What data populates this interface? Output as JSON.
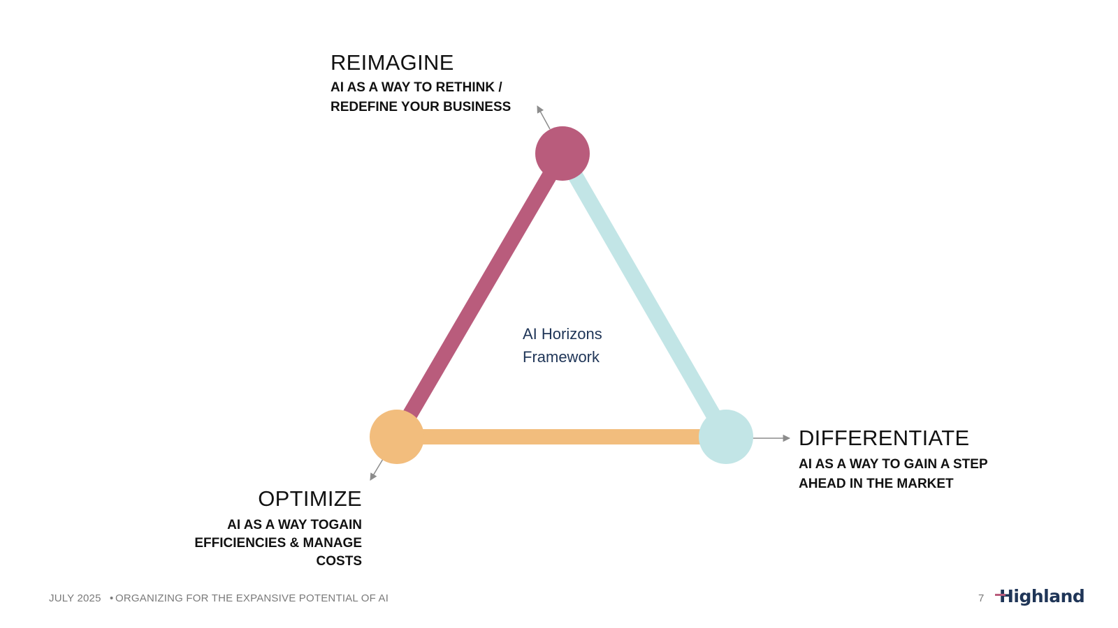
{
  "colors": {
    "reimagine": "#b95c7c",
    "differentiate": "#c2e5e6",
    "optimize": "#f2bd7d",
    "arrow": "#8c8c8c",
    "center_text": "#1f3557",
    "footer_text": "#7a7a7a",
    "logo": "#1f3557",
    "logo_accent": "#b95c7c"
  },
  "nodes": {
    "reimagine": {
      "title": "REIMAGINE",
      "desc": "AI AS A WAY TO RETHINK / REDEFINE YOUR BUSINESS"
    },
    "differentiate": {
      "title": "DIFFERENTIATE",
      "desc": "AI AS A WAY TO GAIN A STEP AHEAD IN THE MARKET"
    },
    "optimize": {
      "title": "OPTIMIZE",
      "desc": "AI AS A WAY TOGAIN EFFICIENCIES & MANAGE COSTS"
    }
  },
  "center": {
    "line1": "AI Horizons",
    "line2": "Framework"
  },
  "footer": {
    "date": "JULY 2025",
    "bullet": "•",
    "title": "ORGANIZING FOR THE EXPANSIVE POTENTIAL OF AI",
    "page_number": "7",
    "logo_text": "Highland"
  }
}
